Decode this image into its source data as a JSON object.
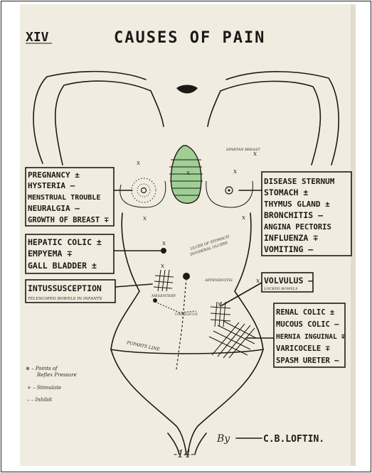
{
  "page": {
    "chapter": "XIV",
    "title": "CAUSES OF PAIN",
    "page_number": "-14-",
    "author_prefix": "By",
    "author": "C.B.LOFTIN."
  },
  "left_boxes": {
    "breast": [
      "PREGNANCY ±",
      "HYSTERIA –",
      "MENSTRUAL TROUBLE",
      "NEURALGIA –",
      "GROWTH OF BREAST ∓"
    ],
    "liver": [
      "HEPATIC COLIC ±",
      "EMPYEMA ∓",
      "GALL BLADDER ±"
    ],
    "intestine": {
      "title": "INTUSSUSCEPTION",
      "note": "TELESCOPED BOWELS IN INFANTS"
    }
  },
  "right_boxes": {
    "chest": [
      "DISEASE STERNUM",
      "STOMACH ±",
      "THYMUS GLAND ±",
      "BRONCHITIS –",
      "ANGINA PECTORIS",
      "INFLUENZA ∓",
      "VOMITING –"
    ],
    "volvulus": {
      "title": "VOLVULUS –",
      "note": "LOCKED BOWELS"
    },
    "pelvis": [
      "RENAL COLIC ±",
      "MUCOUS COLIC –",
      "HERNIA INGUINAL ∓",
      "VARICOCELE ∓",
      "SPASM URETER –"
    ]
  },
  "body_labels": {
    "spartan": "SPARTAN BREAST",
    "ulcer": "ULCER OF STOMACH",
    "ulcer2": "DUODENAL ULCERS",
    "mesentery": "MESENTERY",
    "appendix": "APPENDICITIS",
    "umbilicus": "UMBILICUS",
    "wrist_line": "PUPARTS LINE"
  },
  "legend": {
    "points": "⊗ – Points of",
    "points2": "Reflex Pressure",
    "stimulate": "+ – Stimulate",
    "inhibit": "– – Inhibit"
  },
  "colors": {
    "paper": "#f1ece0",
    "ink": "#1c1a16",
    "green": "#9fcf95"
  }
}
